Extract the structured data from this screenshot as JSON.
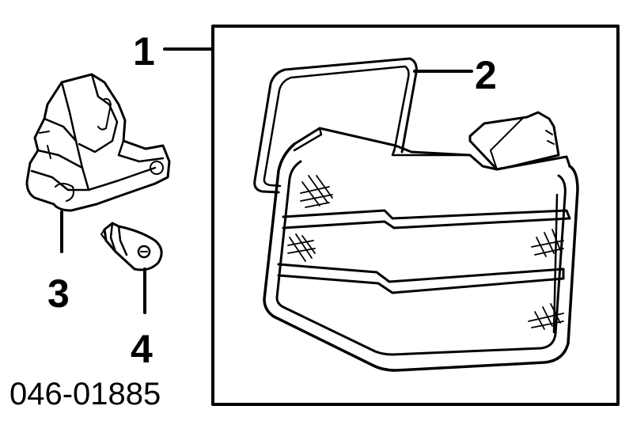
{
  "callouts": {
    "c1": "1",
    "c2": "2",
    "c3": "3",
    "c4": "4"
  },
  "part_number": "046-01885",
  "colors": {
    "line": "#000000",
    "background": "#ffffff"
  }
}
